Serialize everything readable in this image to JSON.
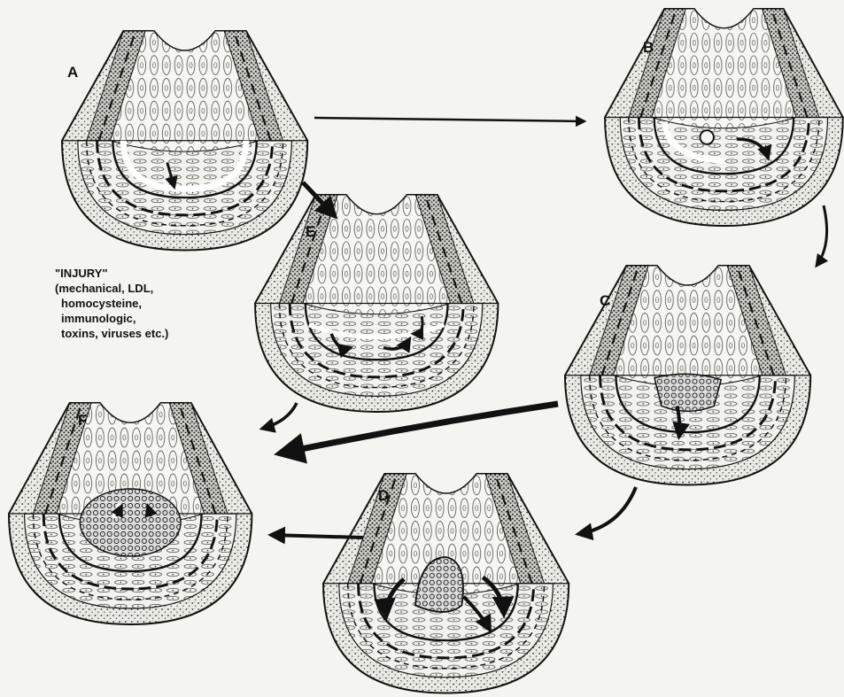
{
  "panels": [
    {
      "id": "A",
      "label": "A"
    },
    {
      "id": "B",
      "label": "B"
    },
    {
      "id": "C",
      "label": "C"
    },
    {
      "id": "D",
      "label": "D"
    },
    {
      "id": "E",
      "label": "E"
    },
    {
      "id": "F",
      "label": "F"
    }
  ],
  "injury_caption": {
    "title": "\"INJURY\"",
    "lines": [
      "(mechanical, LDL,",
      "homocysteine,",
      "immunologic,",
      "toxins, viruses etc.)"
    ]
  },
  "colors": {
    "ink": "#111111",
    "paper": "#f4f4f1",
    "tissue_fill": "#e8e8e2"
  }
}
